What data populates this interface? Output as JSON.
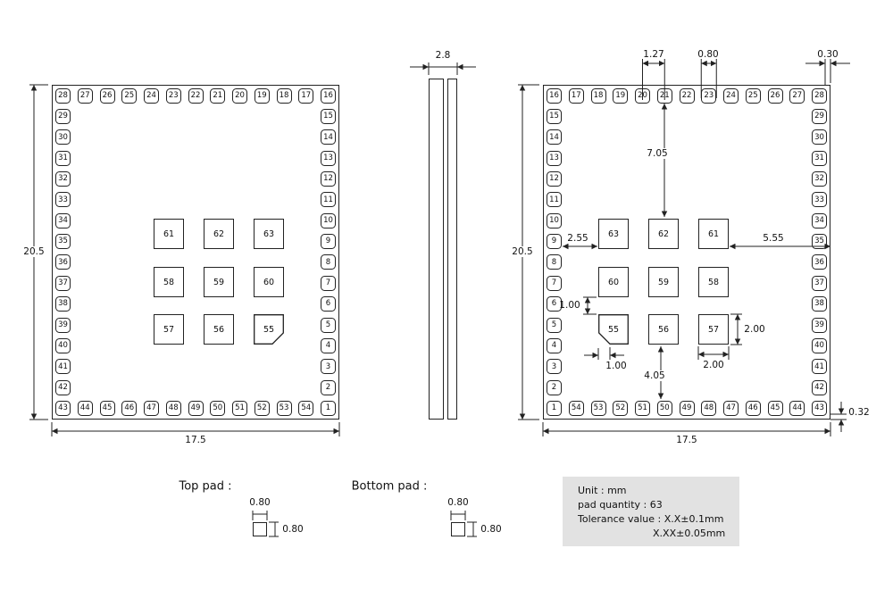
{
  "left_package": {
    "top_row": [
      "28",
      "27",
      "26",
      "25",
      "24",
      "23",
      "22",
      "21",
      "20",
      "19",
      "18",
      "17",
      "16"
    ],
    "left_col": [
      "29",
      "30",
      "31",
      "32",
      "33",
      "34",
      "35",
      "36",
      "37",
      "38",
      "39",
      "40",
      "41",
      "42",
      "43"
    ],
    "right_col": [
      "15",
      "14",
      "13",
      "12",
      "11",
      "10",
      "9",
      "8",
      "7",
      "6",
      "5",
      "4",
      "3",
      "2",
      "1"
    ],
    "bottom_row": [
      "44",
      "45",
      "46",
      "47",
      "48",
      "49",
      "50",
      "51",
      "52",
      "53",
      "54"
    ],
    "center_pads": [
      [
        "61",
        "62",
        "63"
      ],
      [
        "58",
        "59",
        "60"
      ],
      [
        "57",
        "56",
        "55"
      ]
    ],
    "chamfer_pad": "55",
    "chamfer_side": "right",
    "dims": {
      "height": "20.5",
      "width": "17.5"
    }
  },
  "side_view": {
    "dims": {
      "width": "2.8"
    }
  },
  "right_package": {
    "top_row": [
      "16",
      "17",
      "18",
      "19",
      "20",
      "21",
      "22",
      "23",
      "24",
      "25",
      "26",
      "27",
      "28"
    ],
    "left_col": [
      "15",
      "14",
      "13",
      "12",
      "11",
      "10",
      "9",
      "8",
      "7",
      "6",
      "5",
      "4",
      "3",
      "2",
      "1"
    ],
    "right_col": [
      "29",
      "30",
      "31",
      "32",
      "33",
      "34",
      "35",
      "36",
      "37",
      "38",
      "39",
      "40",
      "41",
      "42",
      "43"
    ],
    "bottom_row": [
      "54",
      "53",
      "52",
      "51",
      "50",
      "49",
      "48",
      "47",
      "46",
      "45",
      "44"
    ],
    "center_pads": [
      [
        "63",
        "62",
        "61"
      ],
      [
        "60",
        "59",
        "58"
      ],
      [
        "55",
        "56",
        "57"
      ]
    ],
    "chamfer_pad": "55",
    "chamfer_side": "left",
    "dims": {
      "pitch": "1.27",
      "pad_width_top": "0.80",
      "edge_gap": "0.30",
      "center_offset_v": "7.05",
      "left_offset": "2.55",
      "right_offset": "5.55",
      "row_gap": "1.00",
      "chamfer": "1.00",
      "bottom_offset": "4.05",
      "pad_height": "2.00",
      "pad_width": "2.00",
      "height": "20.5",
      "width": "17.5",
      "bottom_edge": "0.32"
    }
  },
  "pad_details": {
    "top": {
      "label": "Top pad :",
      "width": "0.80",
      "height": "0.80"
    },
    "bottom": {
      "label": "Bottom pad :",
      "width": "0.80",
      "height": "0.80"
    }
  },
  "info_box": {
    "unit": "Unit : mm",
    "quantity": "pad quantity : 63",
    "tolerance1": "Tolerance value : X.X±0.1mm",
    "tolerance2": "X.XX±0.05mm"
  }
}
